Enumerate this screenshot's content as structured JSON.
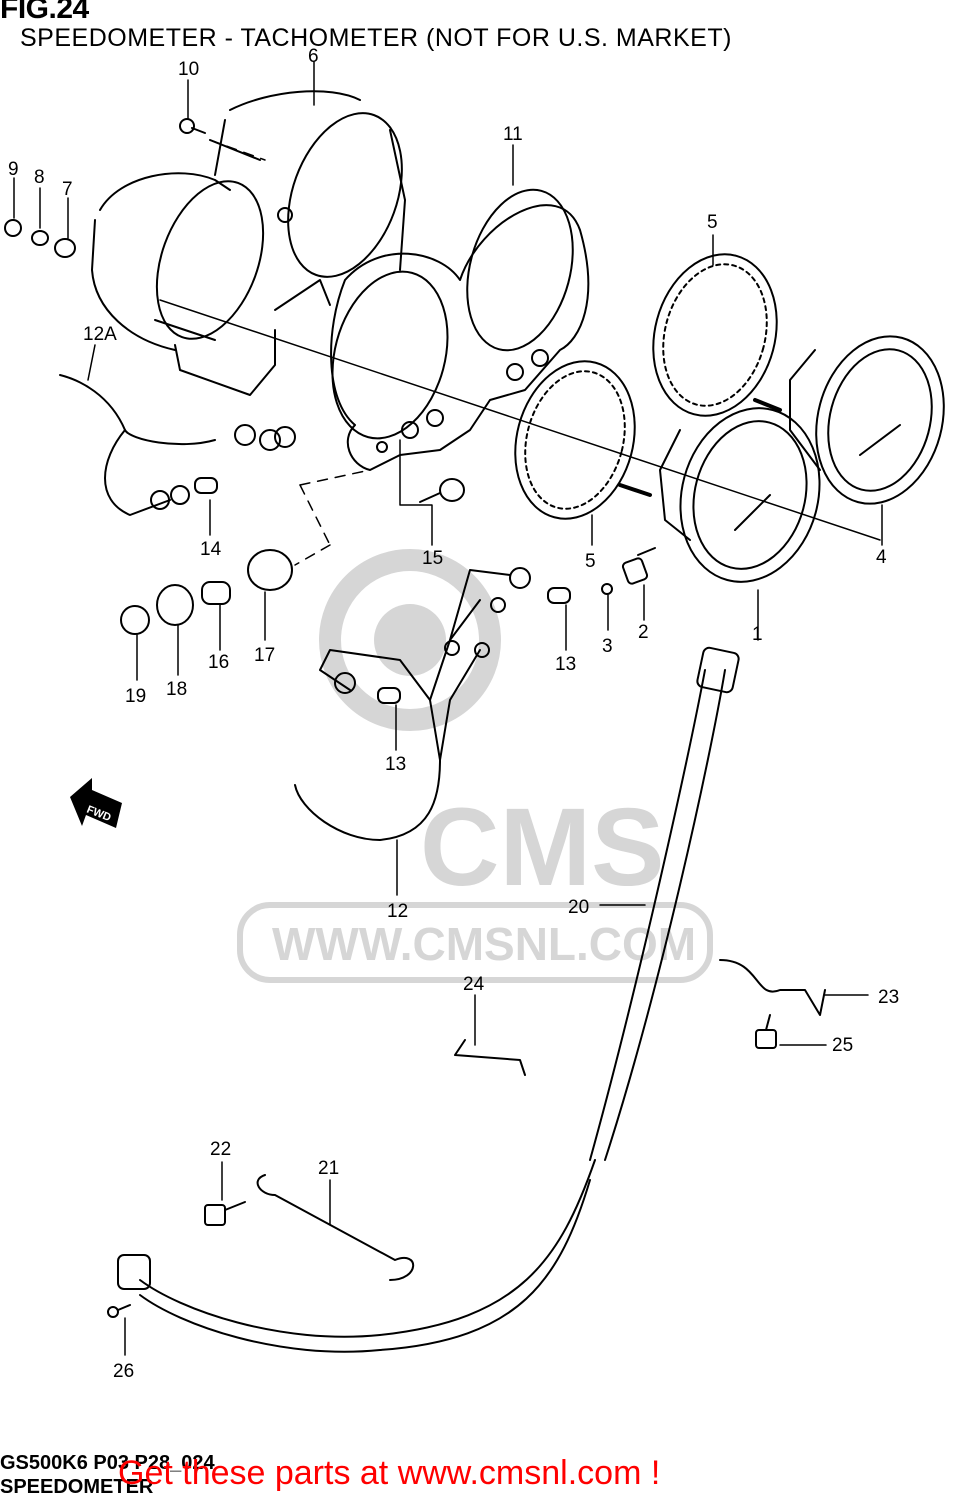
{
  "figure": {
    "title": "FIG.24",
    "subtitle": "SPEEDOMETER - TACHOMETER (NOT FOR U.S. MARKET)"
  },
  "fwd_marker": "FWD",
  "watermark": {
    "brand": "CMS",
    "url": "WWW.CMSNL.COM"
  },
  "callouts": [
    {
      "id": "1",
      "text": "1"
    },
    {
      "id": "2",
      "text": "2"
    },
    {
      "id": "3",
      "text": "3"
    },
    {
      "id": "4",
      "text": "4"
    },
    {
      "id": "5a",
      "text": "5"
    },
    {
      "id": "5b",
      "text": "5"
    },
    {
      "id": "6",
      "text": "6"
    },
    {
      "id": "7",
      "text": "7"
    },
    {
      "id": "8",
      "text": "8"
    },
    {
      "id": "9",
      "text": "9"
    },
    {
      "id": "10",
      "text": "10"
    },
    {
      "id": "11",
      "text": "11"
    },
    {
      "id": "12",
      "text": "12"
    },
    {
      "id": "12A",
      "text": "12A"
    },
    {
      "id": "13a",
      "text": "13"
    },
    {
      "id": "13b",
      "text": "13"
    },
    {
      "id": "14",
      "text": "14"
    },
    {
      "id": "15",
      "text": "15"
    },
    {
      "id": "16",
      "text": "16"
    },
    {
      "id": "17",
      "text": "17"
    },
    {
      "id": "18",
      "text": "18"
    },
    {
      "id": "19",
      "text": "19"
    },
    {
      "id": "20",
      "text": "20"
    },
    {
      "id": "21",
      "text": "21"
    },
    {
      "id": "22",
      "text": "22"
    },
    {
      "id": "23",
      "text": "23"
    },
    {
      "id": "24",
      "text": "24"
    },
    {
      "id": "25",
      "text": "25"
    },
    {
      "id": "26",
      "text": "26"
    }
  ],
  "footer": {
    "code": "GS500K6 P03 P28_024",
    "name": "SPEEDOMETER",
    "cta": "Get these parts at www.cmsnl.com !"
  },
  "colors": {
    "line": "#000000",
    "watermark": "#d6d6d6",
    "cta": "#ff0000"
  }
}
